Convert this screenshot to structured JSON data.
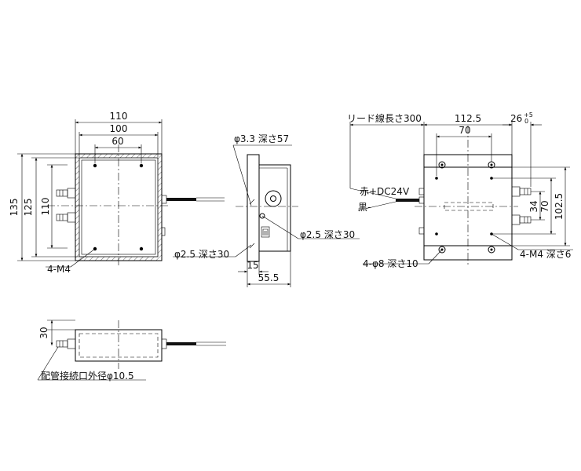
{
  "front_view": {
    "width_outer": "110",
    "width_mid": "100",
    "width_inner": "60",
    "height_outer": "135",
    "height_mid": "125",
    "height_inner": "110",
    "tap_callout": "4-M4"
  },
  "side_view": {
    "hole_top": "φ3.3 深さ57",
    "hole_right": "φ2.5 深さ30",
    "hole_bottom": "φ2.5 深さ30",
    "dim_15": "15",
    "dim_55_5": "55.5"
  },
  "bottom_view": {
    "dim_30": "30",
    "pipe_note": "配管接続口外径φ10.5"
  },
  "rear_view": {
    "lead_length": "リード線長さ300",
    "dim_112_5": "112.5",
    "dim_70_top": "70",
    "dim_26": "26",
    "tol_plus": "+5",
    "tol_zero": "0",
    "red_wire": "赤+DC24V",
    "black_wire": "黒-",
    "dim_34": "34",
    "dim_70_side": "70",
    "dim_102_5": "102.5",
    "mount_holes": "4-φ8 深さ10",
    "tap_depth": "4-M4 深さ6"
  }
}
